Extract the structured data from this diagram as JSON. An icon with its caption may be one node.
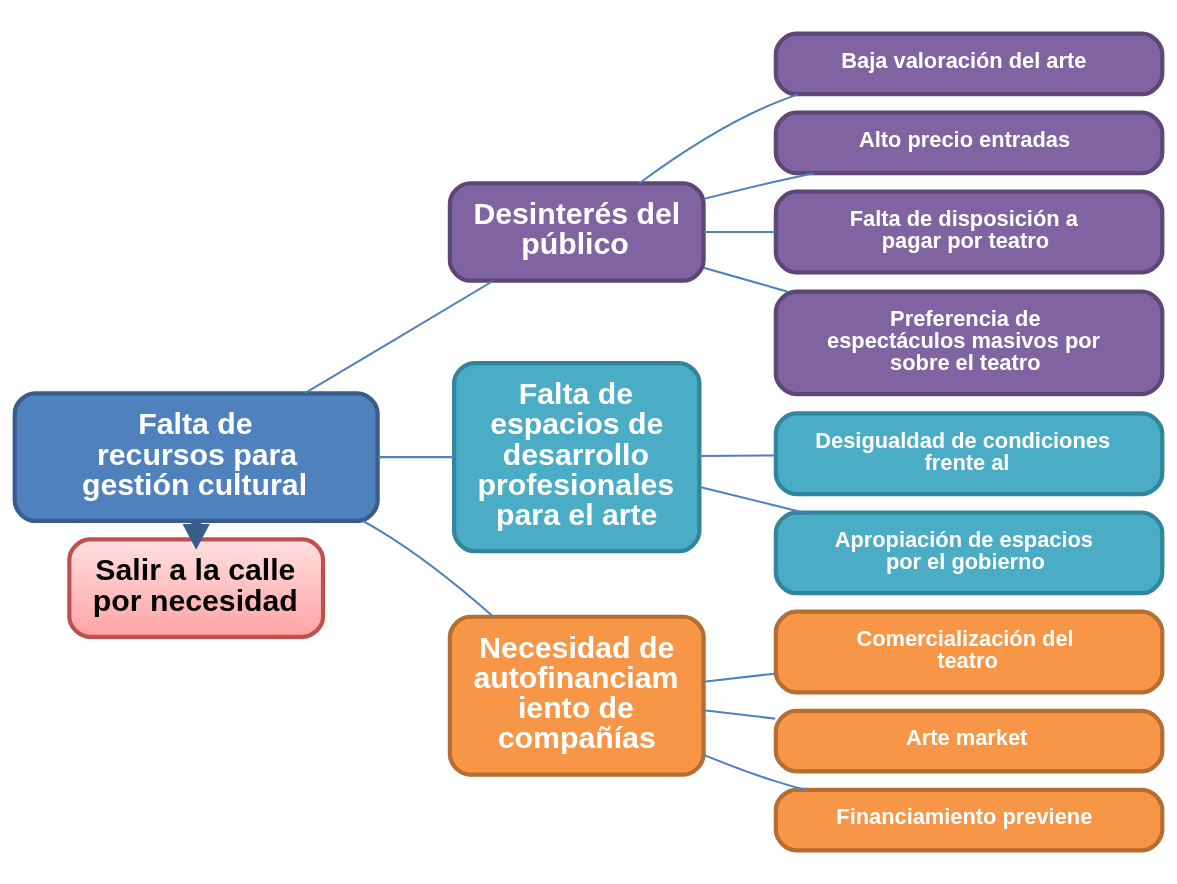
{
  "diagram": {
    "nodes": [
      {
        "text": [
          "Falta de recursos para gestión cultural"
        ]
      },
      {
        "text": [
          "Salir a la calle por necesidad"
        ]
      },
      {
        "text": [
          "Desinterés del público"
        ]
      },
      {
        "text": [
          "Falta de espacios de desarrollo profesionales para el arte"
        ]
      },
      {
        "text": [
          "Necesidad de autofinanciam iento de compañías"
        ]
      },
      {
        "text": [
          "Baja valoración del arte"
        ]
      },
      {
        "text": [
          "Alto precio entradas"
        ]
      },
      {
        "text": [
          "Falta de disposición a pagar por teatro"
        ]
      },
      {
        "text": [
          "Preferencia de espectáculos masivos por sobre el teatro"
        ]
      },
      {
        "text": [
          "Desigualdad de condiciones frente al"
        ]
      },
      {
        "text": [
          "Apropiación de espacios por el gobierno"
        ]
      },
      {
        "text": [
          "Comercialización del teatro"
        ]
      },
      {
        "text": [
          "Arte market"
        ]
      },
      {
        "text": [
          "Financiamiento previene"
        ]
      }
    ],
    "edges": [
      {
        "from": 0,
        "to": 1,
        "arrow": "to",
        "style": "thick"
      },
      {
        "from": 0,
        "to": 2,
        "arrow": "none"
      },
      {
        "from": 0,
        "to": 3,
        "arrow": "none"
      },
      {
        "from": 0,
        "to": 4,
        "arrow": "none"
      },
      {
        "from": 2,
        "to": 5,
        "arrow": "none"
      },
      {
        "from": 2,
        "to": 6,
        "arrow": "none"
      },
      {
        "from": 2,
        "to": 7,
        "arrow": "none"
      },
      {
        "from": 2,
        "to": 8,
        "arrow": "none"
      },
      {
        "from": 3,
        "to": 9,
        "arrow": "none"
      },
      {
        "from": 3,
        "to": 10,
        "arrow": "none"
      },
      {
        "from": 4,
        "to": 11,
        "arrow": "none"
      },
      {
        "from": 4,
        "to": 12,
        "arrow": "none"
      },
      {
        "from": 4,
        "to": 13,
        "arrow": "none"
      }
    ]
  }
}
